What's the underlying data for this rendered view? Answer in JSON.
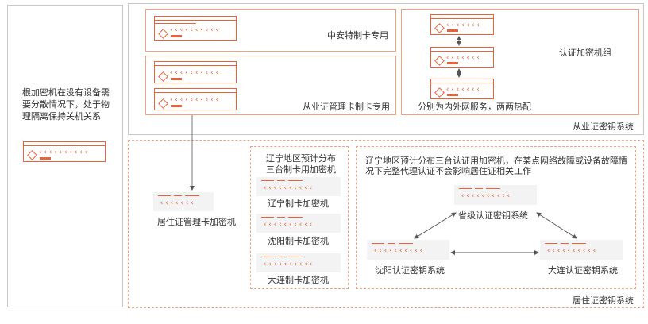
{
  "left_panel": {
    "note": "根加密机在没有设备需要分散情况下，处于物理隔离保持关机关系"
  },
  "professional_system": {
    "label": "从业证密钥系统",
    "zhongan": {
      "label": "中安特制卡专用"
    },
    "card_issue": {
      "label": "从业证管理卡制卡专用"
    },
    "auth_group": {
      "title": "认证加密机组",
      "caption": "分别为内外网服务，两两热配"
    }
  },
  "residence_system": {
    "label": "居住证密钥系统",
    "mgmt_card_device": {
      "label": "居住证管理卡加密机"
    },
    "liaoning_cards": {
      "title": "辽宁地区预计分布三台制卡用加密机",
      "items": [
        {
          "label": "辽宁制卡加密机"
        },
        {
          "label": "沈阳制卡加密机"
        },
        {
          "label": "大连制卡加密机"
        }
      ]
    },
    "liaoning_auth": {
      "note": "辽宁地区预计分布三台认证用加密机，在某点网络故障或设备故障情况下完整代理认证不会影响居住证相关工作",
      "province": {
        "label": "省级认证密钥系统"
      },
      "shenyang": {
        "label": "沈阳认证密钥系统"
      },
      "dalian": {
        "label": "大连认证密钥系统"
      }
    }
  },
  "colors": {
    "accent": "#e8623a",
    "border": "#f4a07e",
    "grey_border": "#c8c8c8"
  }
}
